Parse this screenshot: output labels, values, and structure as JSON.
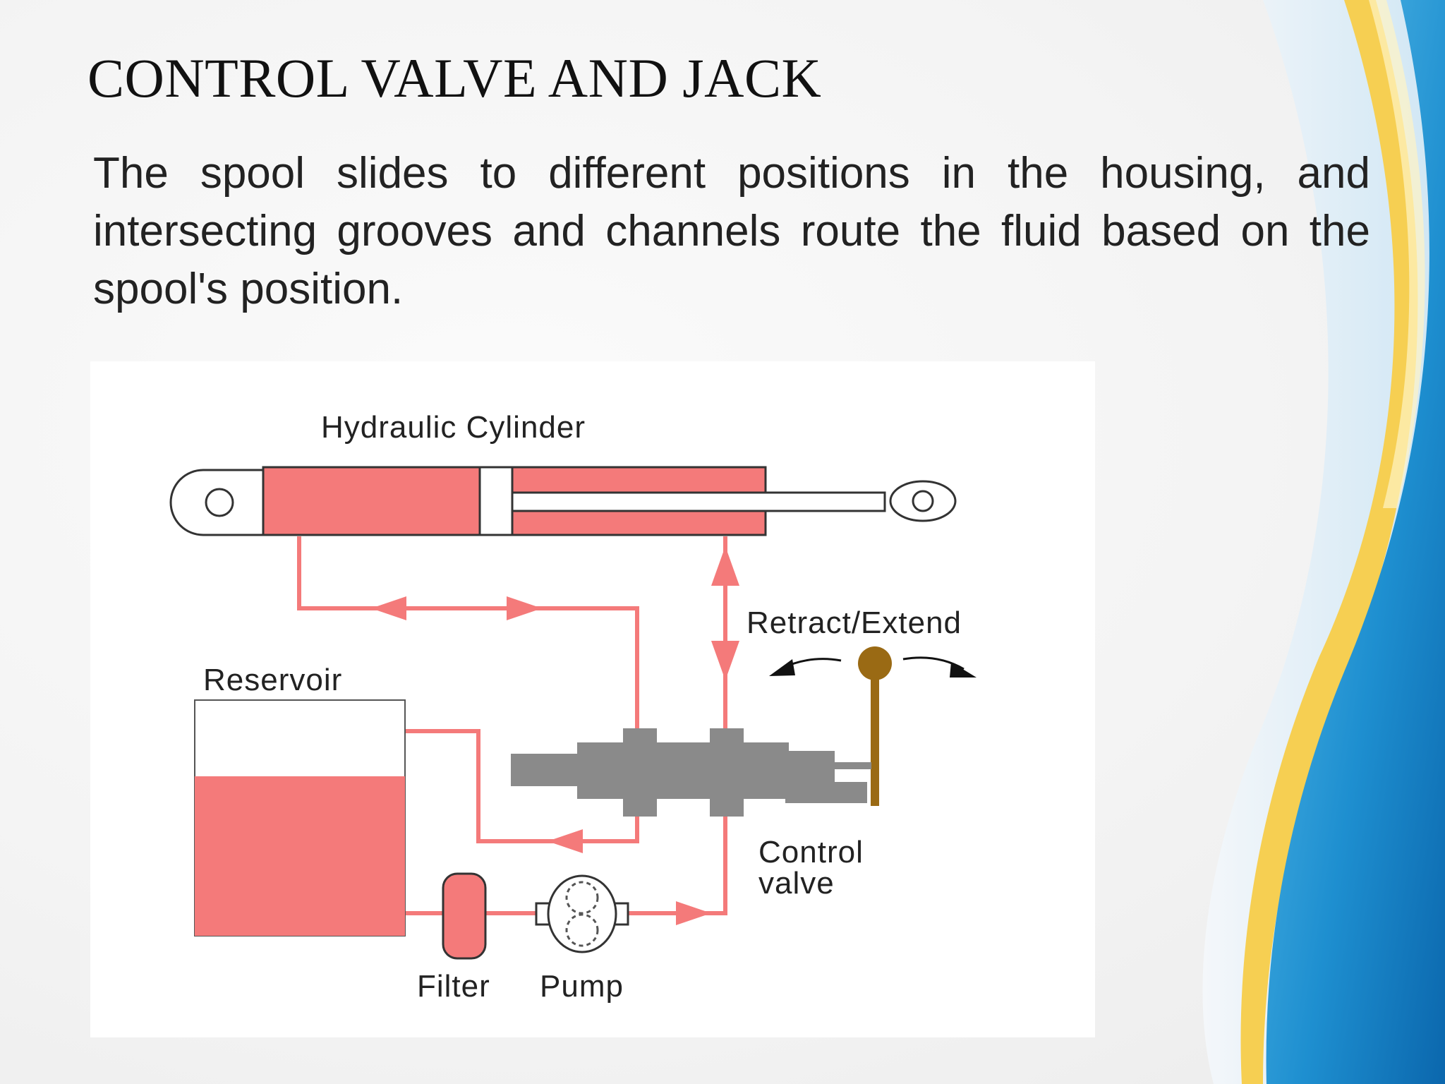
{
  "slide": {
    "title": "CONTROL VALVE AND JACK",
    "body": "The spool slides to different positions in the housing, and intersecting grooves and channels route the fluid based on the spool's position."
  },
  "diagram": {
    "labels": {
      "cylinder": "Hydraulic Cylinder",
      "retract_extend": "Retract/Extend",
      "reservoir": "Reservoir",
      "control_valve_line1": "Control",
      "control_valve_line2": "valve",
      "filter": "Filter",
      "pump": "Pump"
    }
  },
  "colors": {
    "fluid": "#f47a7a",
    "valve_body": "#8a8a8a",
    "lever": "#9a6a14",
    "accent_blue": "#1c8fcf",
    "accent_yellow": "#f5cf4a"
  }
}
